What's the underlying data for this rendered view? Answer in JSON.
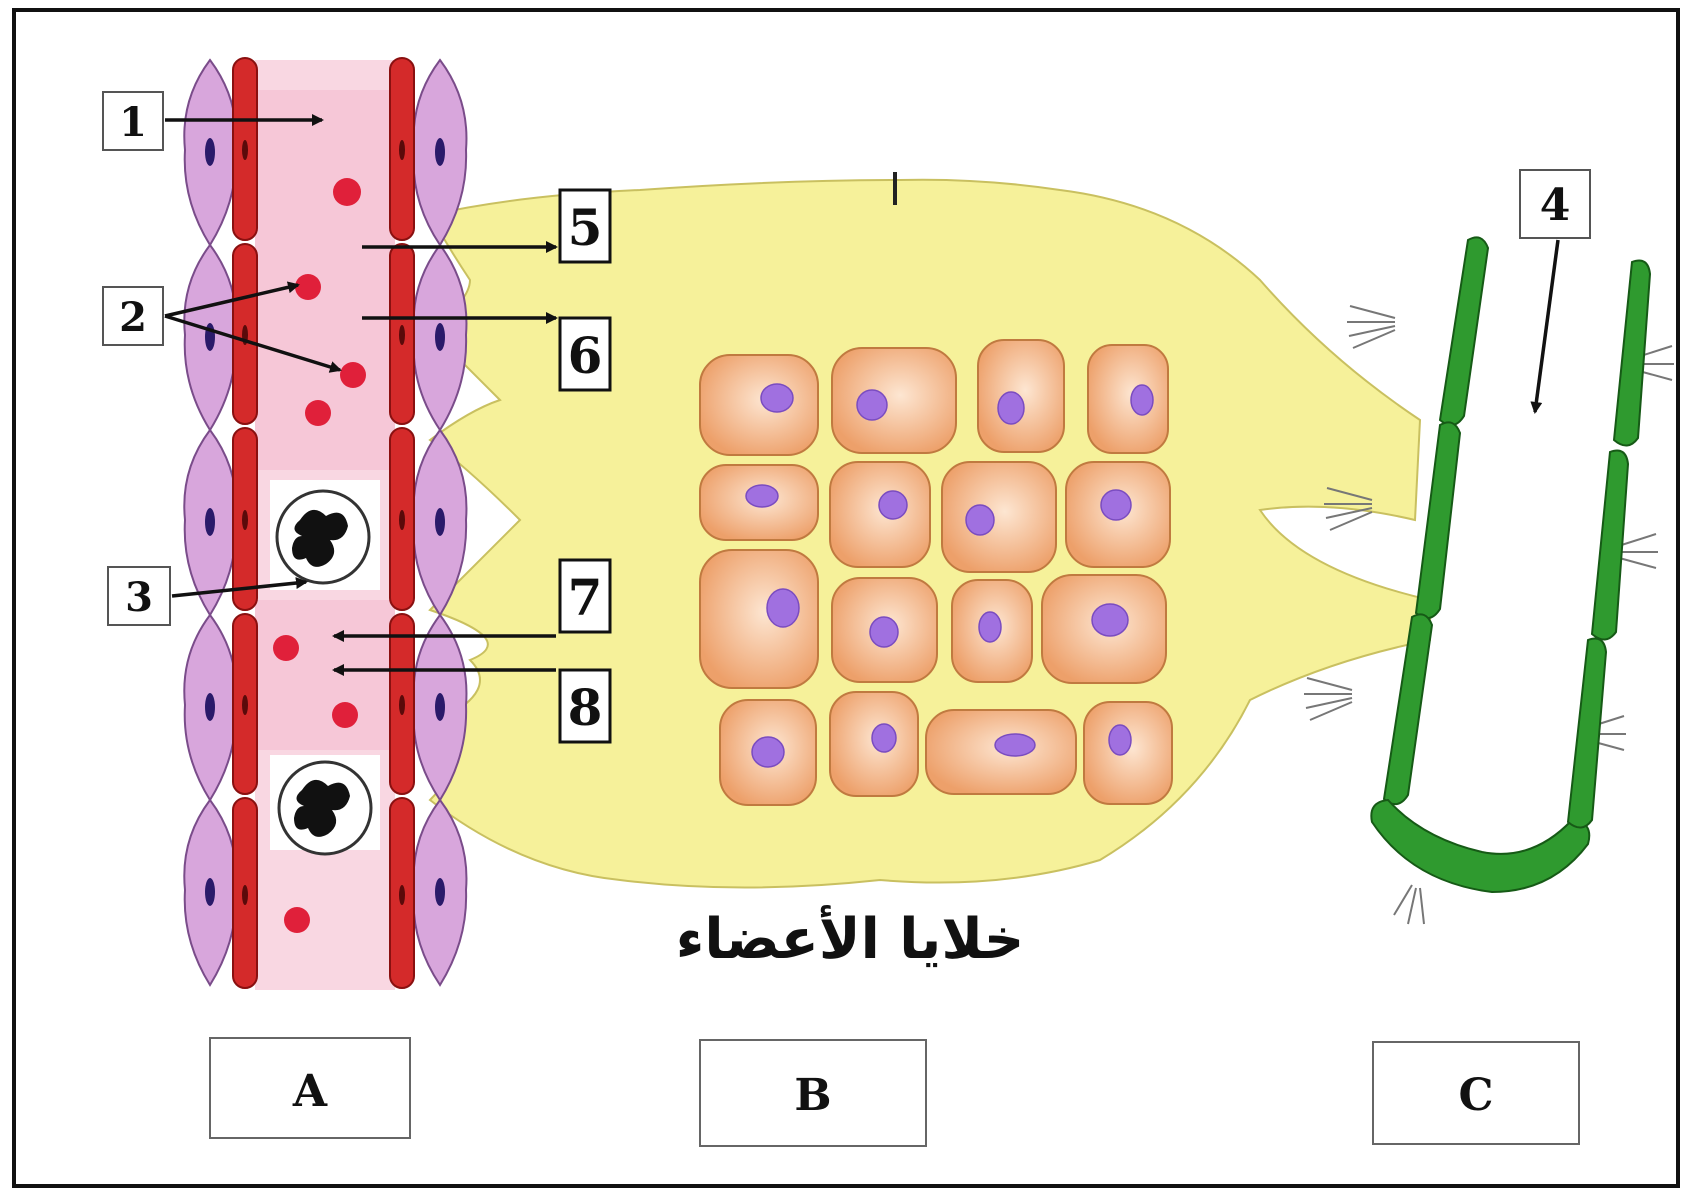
{
  "numbers": {
    "n1": "1",
    "n2": "2",
    "n3": "3",
    "n4": "4",
    "n5": "5",
    "n6": "6",
    "n7": "7",
    "n8": "8"
  },
  "panels": {
    "a": "A",
    "b": "B",
    "c": "C"
  },
  "caption": "خلايا الأعضاء",
  "colors": {
    "vessel_red": "#d42a2a",
    "endothelium_pink": "#d8a6dc",
    "plasma_pink": "#f5c6d4",
    "interstitial_yellow": "#f6f19a",
    "cell_orange": "#f0a874",
    "nucleus_purple": "#a070e0",
    "lymph_green": "#2f9a2f"
  }
}
